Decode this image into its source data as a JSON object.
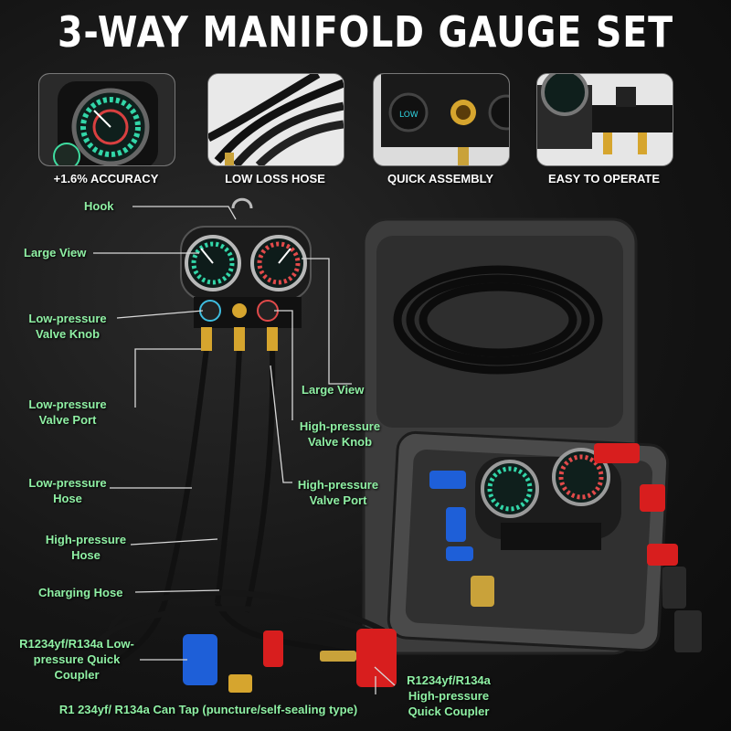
{
  "title": "3-WAY MANIFOLD GAUGE SET",
  "features": [
    {
      "label": "+1.6% ACCURACY",
      "icon": "gauge-closeup-icon"
    },
    {
      "label": "LOW LOSS HOSE",
      "icon": "hose-closeup-icon"
    },
    {
      "label": "QUICK ASSEMBLY",
      "icon": "valve-knob-closeup-icon"
    },
    {
      "label": "EASY TO OPERATE",
      "icon": "coupler-closeup-icon"
    }
  ],
  "callouts": {
    "hook": "Hook",
    "large_view_left": "Large View",
    "low_valve_knob": "Low-pressure Valve Knob",
    "large_view_right": "Large View",
    "low_valve_port": "Low-pressure Valve Port",
    "high_valve_knob": "High-pressure Valve Knob",
    "low_hose": "Low-pressure Hose",
    "high_valve_port": "High-pressure Valve Port",
    "high_hose": "High-pressure Hose",
    "charging_hose": "Charging Hose",
    "low_coupler": "R1234yf/R134a Low-pressure Quick Coupler",
    "high_coupler": "R1234yf/R134a High-pressure Quick Coupler",
    "can_tap": "R1 234yf/ R134a Can Tap (puncture/self-sealing type)"
  },
  "colors": {
    "accent_label": "#8ff0a4",
    "low_side": "#1e5fd8",
    "high_side": "#d81e1e"
  }
}
